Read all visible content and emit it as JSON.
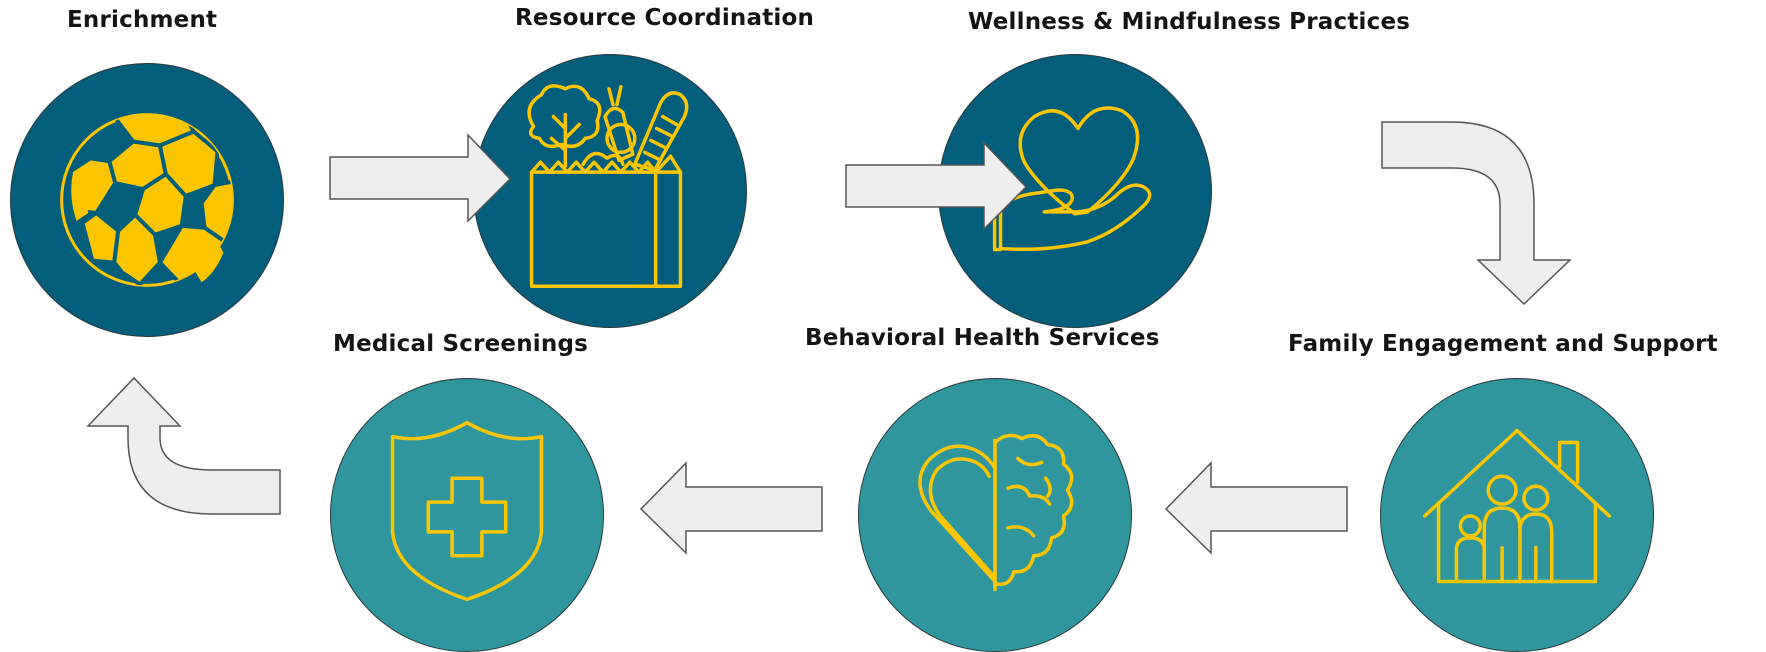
{
  "colors": {
    "dark_teal": "#035e7b",
    "light_teal": "#2e969c",
    "icon_yellow": "#fbc600",
    "arrow_fill": "#eeeeee",
    "arrow_stroke": "#555555"
  },
  "steps": [
    {
      "label": "Enrichment",
      "icon": "soccer-ball-icon"
    },
    {
      "label": "Resource Coordination",
      "icon": "grocery-bag-icon"
    },
    {
      "label": "Wellness & Mindfulness Practices",
      "icon": "heart-in-hand-icon"
    },
    {
      "label": "Family Engagement and Support",
      "icon": "family-house-icon"
    },
    {
      "label": "Behavioral Health Services",
      "icon": "heart-brain-icon"
    },
    {
      "label": "Medical Screenings",
      "icon": "shield-cross-icon"
    }
  ]
}
